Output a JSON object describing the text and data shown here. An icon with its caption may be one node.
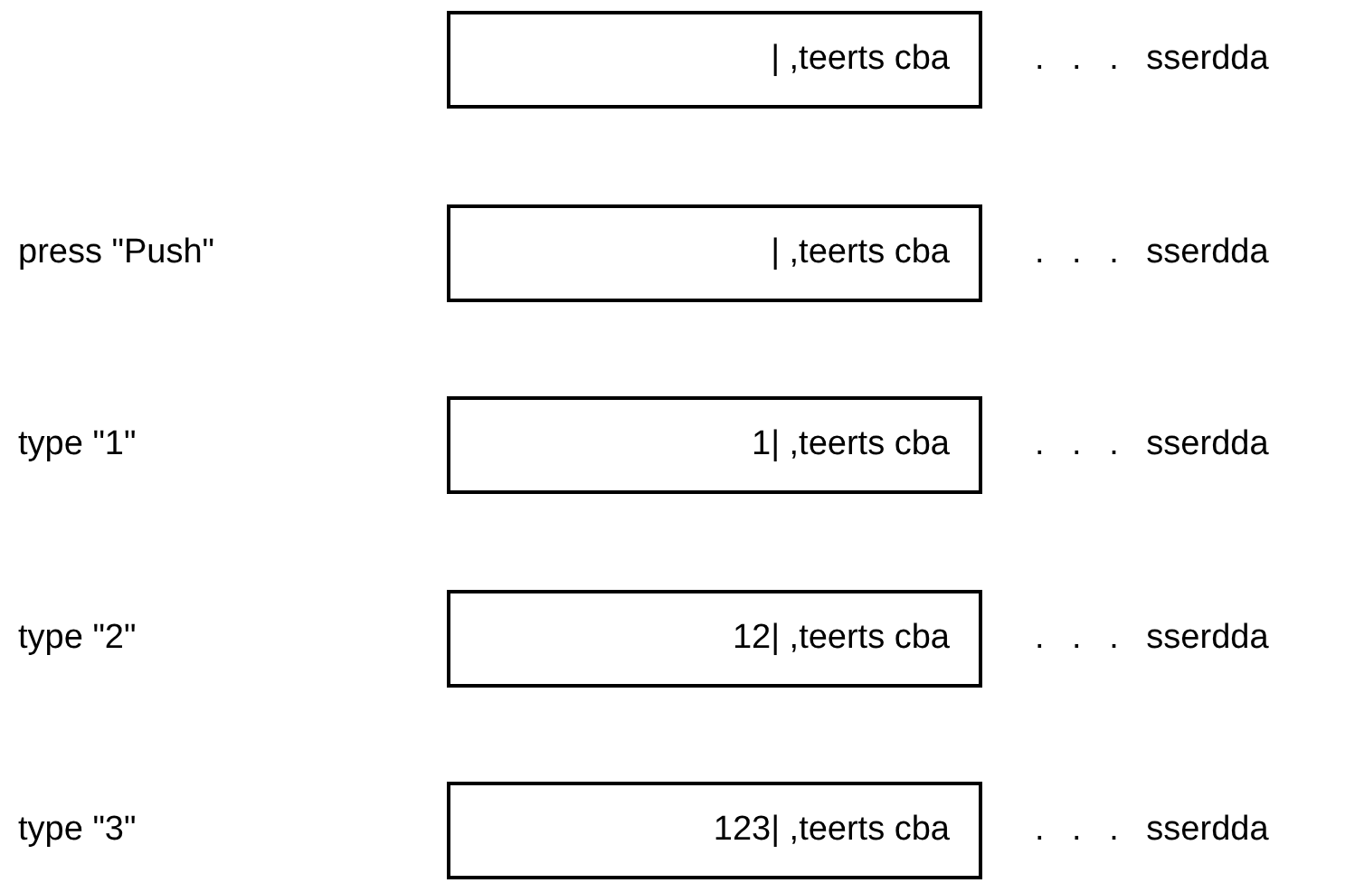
{
  "diagram": {
    "nodes": [
      {
        "text": [
          "| ,teerts cba"
        ],
        "beside": [
          ". . . sserdda"
        ]
      },
      {
        "text": [
          "| ,teerts cba"
        ],
        "beside": [
          ". . . sserdda"
        ]
      },
      {
        "text": [
          "1| ,teerts cba"
        ],
        "beside": [
          ". . . sserdda"
        ]
      },
      {
        "text": [
          "12| ,teerts cba"
        ],
        "beside": [
          ". . . sserdda"
        ]
      },
      {
        "text": [
          "123| ,teerts cba"
        ],
        "beside": [
          ". . . sserdda"
        ]
      }
    ],
    "labels": [
      "press \"Push\"",
      "type \"1\"",
      "type \"2\"",
      "type \"3\""
    ]
  }
}
